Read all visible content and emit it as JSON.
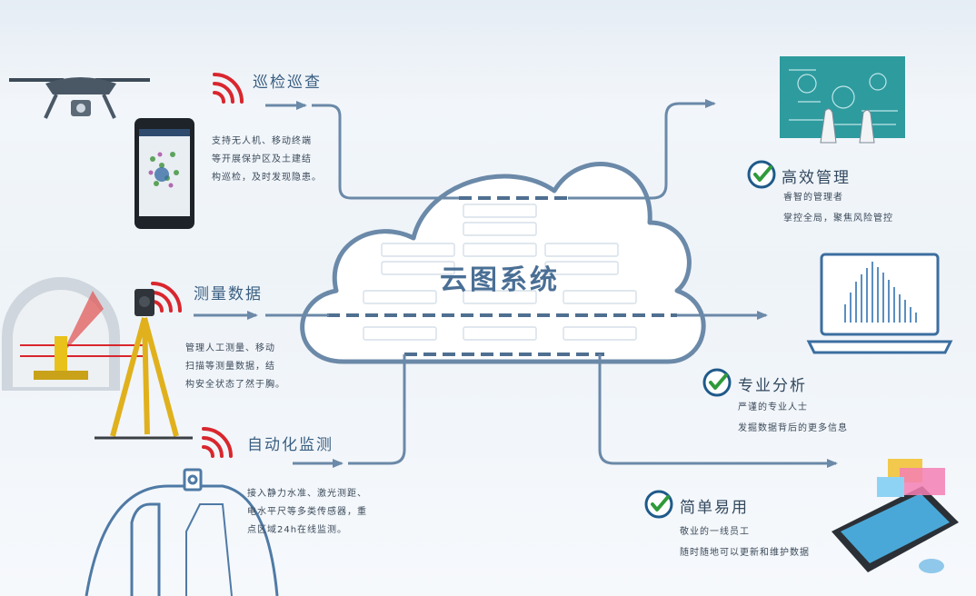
{
  "cloud": {
    "title": "云图系统"
  },
  "inputs": [
    {
      "title": "巡检巡查",
      "lines": [
        "支持无人机、移动终端",
        "等开展保护区及土建结",
        "构巡检，及时发现隐患。"
      ]
    },
    {
      "title": "测量数据",
      "lines": [
        "管理人工测量、移动",
        "扫描等测量数据，结",
        "构安全状态了然于胸。"
      ]
    },
    {
      "title": "自动化监测",
      "lines": [
        "接入静力水准、激光测距、",
        "电水平尺等多类传感器，重",
        "点区域24h在线监测。"
      ]
    }
  ],
  "outputs": [
    {
      "title": "高效管理",
      "lines": [
        "睿智的管理者",
        "掌控全局，聚焦风险管控"
      ]
    },
    {
      "title": "专业分析",
      "lines": [
        "严谨的专业人士",
        "发掘数据背后的更多信息"
      ]
    },
    {
      "title": "简单易用",
      "lines": [
        "敬业的一线员工",
        "随时随地可以更新和维护数据"
      ]
    }
  ],
  "colors": {
    "line": "#6b89a8",
    "accent": "#3f6c96",
    "signal": "#d9262e",
    "check": "#2f9a3a"
  }
}
